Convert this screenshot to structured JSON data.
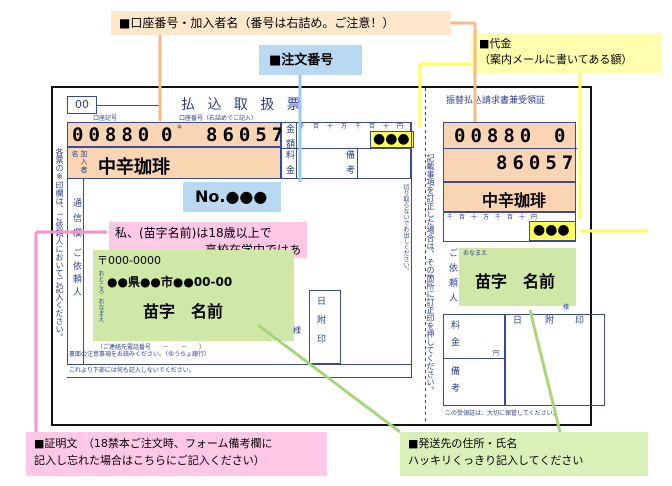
{
  "callouts": {
    "account": "■口座番号・加入者名（番号は右詰め。ご注意！）",
    "order_no": "■注文番号",
    "price_title": "■代金",
    "price_sub": "（案内メールに書いてある額）",
    "cert_1": "■証明文　（18禁本ご注文時、フォーム備考欄に",
    "cert_2": "記入し忘れた場合はこちらにご記入ください）",
    "ship_1": "■発送先の住所・氏名",
    "ship_2": "ハッキリくっきり記入してください"
  },
  "form": {
    "code": "00",
    "title": "払 込 取 扱 票",
    "account_label": "口座記号",
    "account_num_label": "口座番号（右詰めでご記入）",
    "account_prefix": "00880",
    "account_check": "0",
    "account_number": "86057",
    "star": "＊",
    "kanyu_label": "加入者名",
    "kanyu_name": "中辛珈琲",
    "kingaku_label": "金額",
    "ryokin_label": "料金",
    "bikou_label": "備考",
    "units": [
      "千",
      "百",
      "十",
      "万",
      "千",
      "百",
      "十",
      "円"
    ],
    "amount_dots": "●●●",
    "order_no": "No.●●●",
    "left_vertical": "各票の※印欄は、ご依頼人においてご記入ください。",
    "tsushin_label": "通信欄",
    "cert_text_1": "私、(苗字名前)は18歳以上で",
    "cert_text_2": "高校在学中ではありません。",
    "irainin_label": "ご依頼人",
    "postal": "〒000-0000",
    "ojusho": "おところ",
    "onamae": "おなまえ",
    "address": "●●県●●市●●00-00",
    "name": "苗字　名前",
    "sama": "様",
    "phone_label": "（ご連絡先電話番号",
    "phone_dash": "－　　－　　）",
    "hizuke": "日附印",
    "footer_1": "裏面の注意事項をお読みください。（ゆうちょ銀行）",
    "footer_2": "これより下部には何も記入しないでください。",
    "cut_note": "切り取らないでお出しください。",
    "receipt_title": "振替払込請求書兼受領証",
    "receipt_vertical_note": "記載事項を訂正した場合は、その箇所に訂正印を押してください。",
    "receipt_name": "中辛珈琲",
    "receipt_irainin_label": "ご依頼人",
    "receipt_onamae": "おなまえ",
    "receipt_name_value": "苗字　名前",
    "ryokin_label2": "料金",
    "bikou_label2": "備考",
    "receipt_hizuke": [
      "日",
      "附",
      "印"
    ],
    "en": "円",
    "receipt_footer": "この受領証は、大切に保管してください。"
  },
  "colors": {
    "orange": "#f9d5b3",
    "blue_callout": "#b9d8f2",
    "yellow_callout": "#ffffb0",
    "pink_callout": "#ffc8e6",
    "green_callout": "#d9f0b8",
    "lime": "#ffff5a",
    "green_fill": "#cfe8a8"
  }
}
